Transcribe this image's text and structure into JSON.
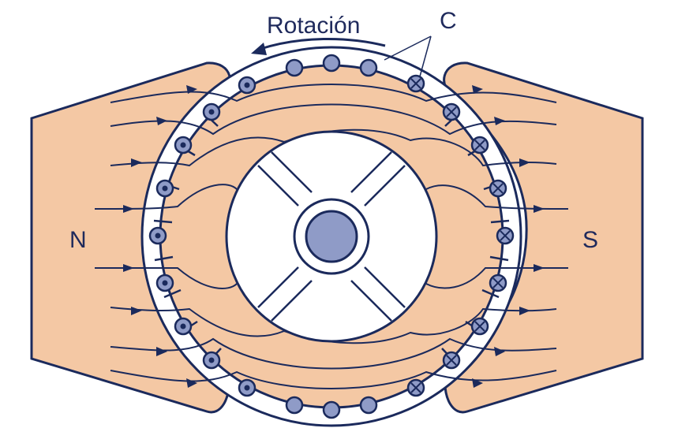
{
  "labels": {
    "rotation": "Rotación",
    "coils": "C",
    "north": "N",
    "south": "S"
  },
  "colors": {
    "iron": "#f4c8a4",
    "outline": "#1b2a5c",
    "conductor": "#8f9bc7",
    "slot": "#ffffff"
  }
}
